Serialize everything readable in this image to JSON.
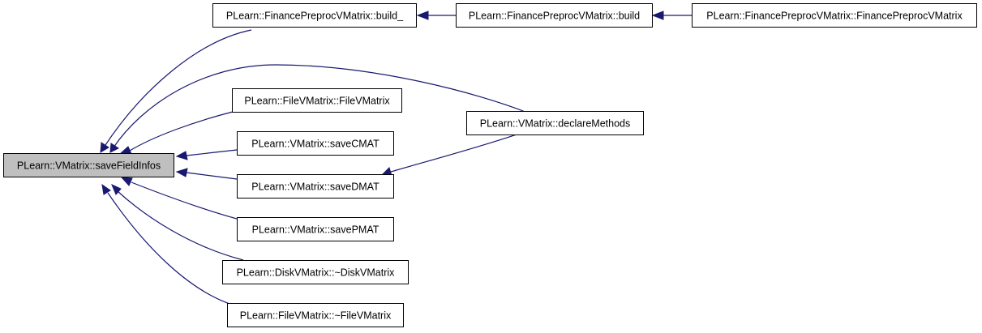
{
  "graph": {
    "edge_color": "#191970",
    "focus_fill": "#bfbfbf",
    "nodes": {
      "save_field_infos": "PLearn::VMatrix::saveFieldInfos",
      "fp_build_": "PLearn::FinancePreprocVMatrix::build_",
      "fp_build": "PLearn::FinancePreprocVMatrix::build",
      "fp_ctor": "PLearn::FinancePreprocVMatrix::FinancePreprocVMatrix",
      "file_ctor": "PLearn::FileVMatrix::FileVMatrix",
      "declare_methods": "PLearn::VMatrix::declareMethods",
      "save_cmat": "PLearn::VMatrix::saveCMAT",
      "save_dmat": "PLearn::VMatrix::saveDMAT",
      "save_pmat": "PLearn::VMatrix::savePMAT",
      "disk_dtor": "PLearn::DiskVMatrix::~DiskVMatrix",
      "file_dtor": "PLearn::FileVMatrix::~FileVMatrix"
    }
  }
}
